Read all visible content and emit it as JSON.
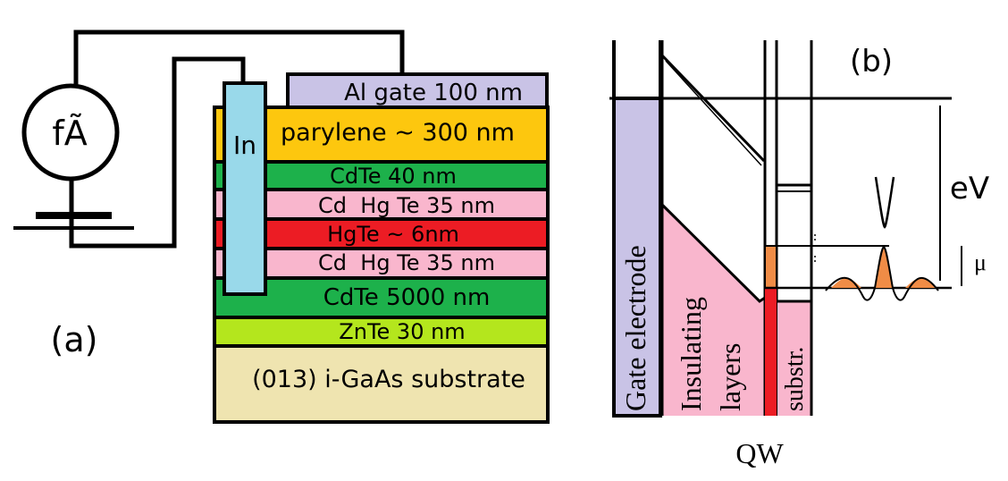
{
  "panel_a": {
    "label": "(a)",
    "meter_label": "fÃ",
    "contact_label": "In",
    "layers": [
      {
        "id": "al-gate",
        "label": "Al gate 100 nm",
        "color": "#c9c3e6"
      },
      {
        "id": "parylene",
        "label": "parylene ~ 300 nm",
        "color": "#fdc70e"
      },
      {
        "id": "cdte-40",
        "label": "CdTe 40 nm",
        "color": "#1db14b"
      },
      {
        "id": "cdhgte-top",
        "label": "Cd  Hg Te 35 nm",
        "color": "#f9b6cd"
      },
      {
        "id": "hgte",
        "label": "HgTe ~ 6nm",
        "color": "#ec1c24"
      },
      {
        "id": "cdhgte-bot",
        "label": "Cd  Hg Te 35 nm",
        "color": "#f9b6cd"
      },
      {
        "id": "cdte-5000",
        "label": "CdTe 5000 nm",
        "color": "#1db14b"
      },
      {
        "id": "znte",
        "label": "ZnTe 30 nm",
        "color": "#b4e61d"
      },
      {
        "id": "substrate",
        "label": "(013) i-GaAs substrate",
        "color": "#efe4b0"
      }
    ],
    "contact_color": "#99d9ea"
  },
  "panel_b": {
    "label": "(b)",
    "gate_label": "Gate electrode",
    "insulating_label_1": "Insulating",
    "insulating_label_2": "layers",
    "substr_label": "substr.",
    "qw_label": "QW",
    "ev_label": "eV",
    "mu_label": "μ",
    "gate_color": "#c9c3e6",
    "insulator_color": "#f9b6cd",
    "qw_color": "#ec1c24",
    "filled_color": "#f08c46"
  }
}
